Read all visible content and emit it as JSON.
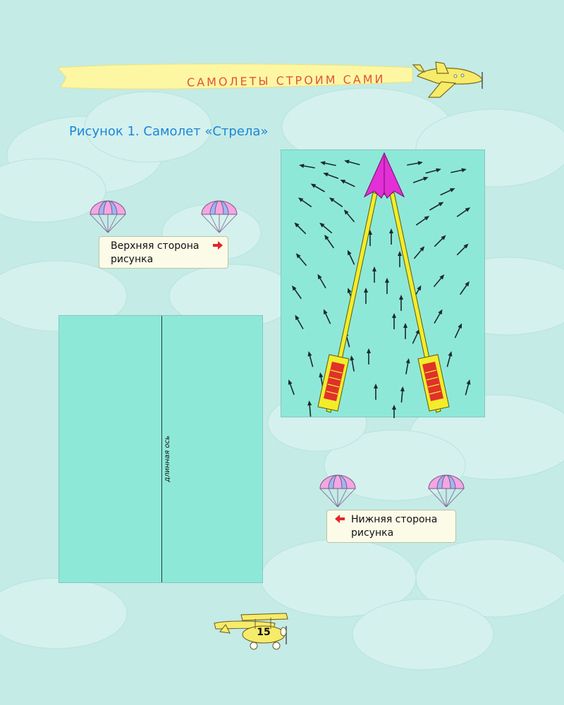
{
  "header": {
    "banner_title": "САМОЛЕТЫ СТРОИМ САМИ"
  },
  "figure": {
    "title": "Рисунок 1. Самолет «Стрела»"
  },
  "labels": {
    "top_line1": "Верхняя сторона",
    "top_line2": "рисунка",
    "bottom_line1": "Нижняя сторона",
    "bottom_line2": "рисунка"
  },
  "fold_panel": {
    "axis_label": "длинная ось"
  },
  "footer": {
    "page_number": "15"
  },
  "colors": {
    "background": "#c4ebe6",
    "panel": "#8ee8d8",
    "banner": "#fdf7a3",
    "banner_text": "#e2543b",
    "title_text": "#1c86d6",
    "arrow_shaft": "#f3ec2b",
    "arrow_head": "#e22fd6",
    "fletching": "#e0312a",
    "chute_pink": "#f4a6e0",
    "chute_blue": "#9fb6f4",
    "plane": "#f7eb6a"
  },
  "icons": [
    "parachute-icon",
    "airplane-icon",
    "biplane-icon",
    "red-arrow-icon",
    "small-arrow-icon"
  ]
}
